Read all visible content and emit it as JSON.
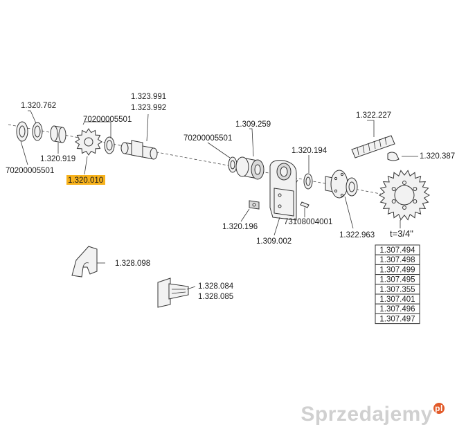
{
  "labels": {
    "p_1320762": "1.320.762",
    "p_70200005501_a": "70200005501",
    "p_1320919": "1.320.919",
    "p_70200005501_b": "70200005501",
    "p_1320010": "1.320.010",
    "p_1323991": "1.323.991",
    "p_1323992": "1.323.992",
    "p_70200005501_c": "70200005501",
    "p_1309259": "1.309.259",
    "p_1320194": "1.320.194",
    "p_1322227": "1.322.227",
    "p_1320387": "1.320.387",
    "p_1320196": "1.320.196",
    "p_73108004001": "73108004001",
    "p_1309002": "1.309.002",
    "p_1322963": "1.322.963",
    "pitch": "t=3/4\"",
    "p_1328098": "1.328.098",
    "p_1328084": "1.328.084",
    "p_1328085": "1.328.085"
  },
  "sprocket_table": [
    "1.307.494",
    "1.307.498",
    "1.307.499",
    "1.307.495",
    "1.307.355",
    "1.307.401",
    "1.307.496",
    "1.307.497"
  ],
  "highlight_color": "#f7b21c",
  "watermark": {
    "text": "Sprzedajemy",
    "badge": "pl"
  }
}
